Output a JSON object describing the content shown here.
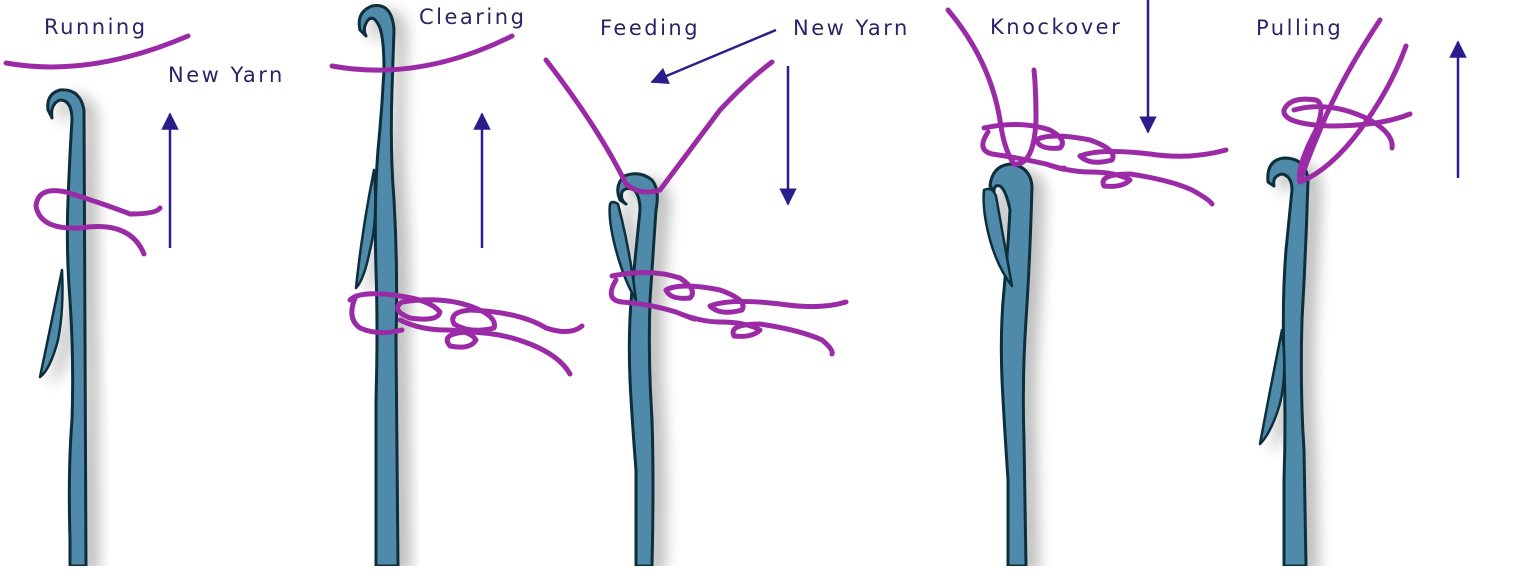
{
  "labels": {
    "running": "Running",
    "new_yarn_1": "New Yarn",
    "clearing": "Clearing",
    "feeding": "Feeding",
    "new_yarn_2": "New Yarn",
    "knockover": "Knockover",
    "pulling": "Pulling"
  },
  "colors": {
    "needle_fill": "#4f8aaa",
    "needle_stroke": "#0f2f3a",
    "yarn": "#9b2aa6",
    "arrow": "#2a1e8c",
    "label": "#2a2466"
  },
  "stages": [
    "Running",
    "Clearing",
    "Feeding",
    "Knockover",
    "Pulling"
  ]
}
